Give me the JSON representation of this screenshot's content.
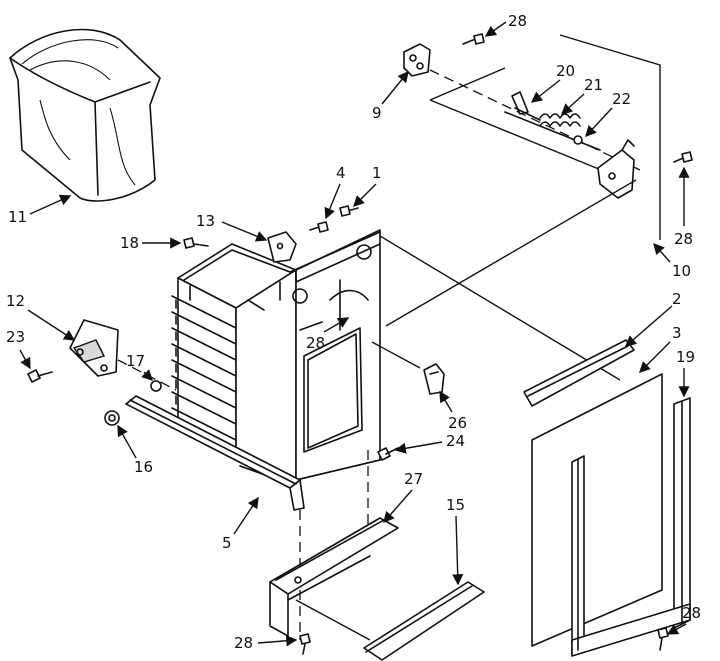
{
  "callouts": {
    "c1": "1",
    "c2": "2",
    "c3": "3",
    "c4": "4",
    "c5": "5",
    "c9": "9",
    "c10": "10",
    "c11": "11",
    "c12": "12",
    "c13": "13",
    "c15": "15",
    "c16": "16",
    "c17": "17",
    "c18": "18",
    "c19": "19",
    "c20": "20",
    "c21": "21",
    "c22": "22",
    "c23": "23",
    "c24": "24",
    "c26": "26",
    "c27": "27",
    "c28": "28"
  }
}
